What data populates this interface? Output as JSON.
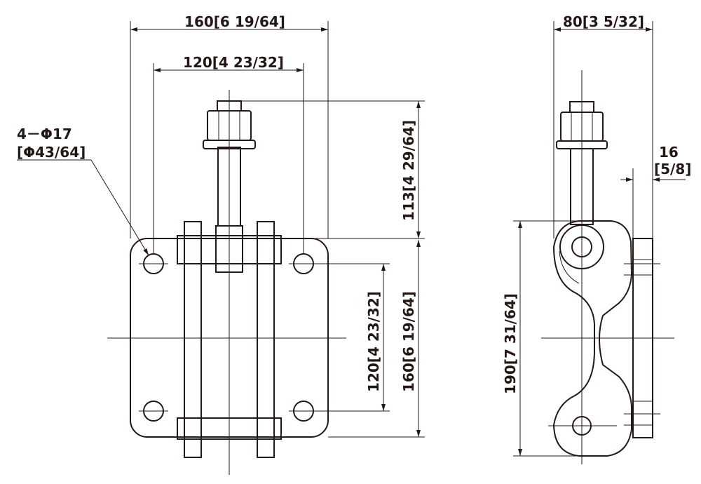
{
  "dimensions": {
    "front_total_width": "160[6 19/64]",
    "front_hole_spacing_width": "120[4 23/32]",
    "hole_spec_count": "4－Φ17",
    "hole_spec_inch": "[Φ43/64]",
    "screw_height": "113[4 29/64]",
    "hole_spacing_height": "120[4 23/32]",
    "base_total_height": "160[6 19/64]",
    "side_total_width": "80[3 5/32]",
    "side_thickness_mm": "16",
    "side_thickness_inch": "[5/8]",
    "side_total_height": "190[7 31/64]"
  },
  "colors": {
    "line": "#231815",
    "background": "#ffffff"
  }
}
